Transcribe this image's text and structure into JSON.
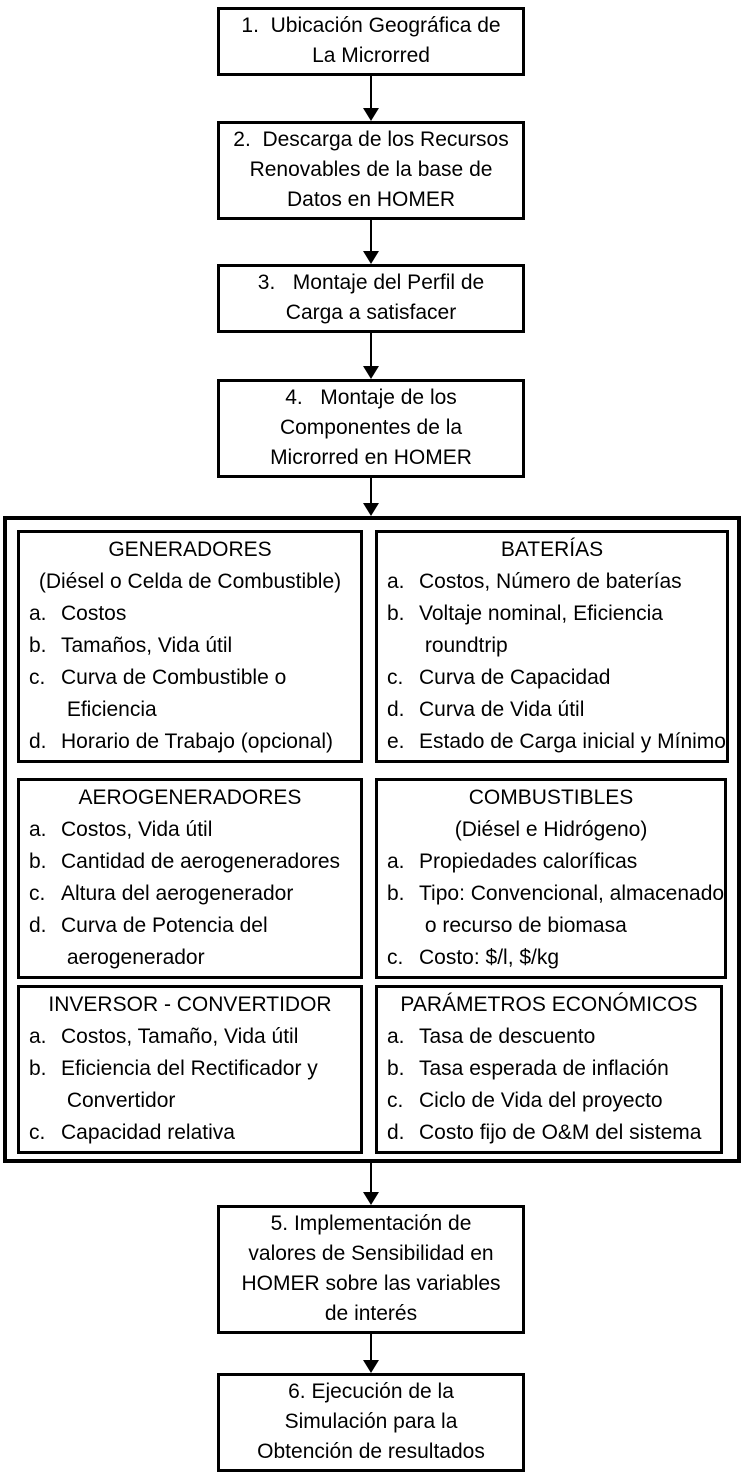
{
  "flow": {
    "step1": "1.  Ubicación Geográfica de\nLa Microrred",
    "step2": "2.  Descarga de los Recursos\nRenovables de la base de\nDatos en HOMER",
    "step3": "3.   Montaje del Perfil de\nCarga a satisfacer",
    "step4": "4.   Montaje de los\nComponentes de la\nMicrorred en HOMER",
    "step5": "5. Implementación de\nvalores de Sensibilidad en\nHOMER sobre las variables\nde interés",
    "step6": "6. Ejecución de la\nSimulación para la\nObtención de resultados"
  },
  "panels": [
    {
      "title": "GENERADORES",
      "subtitle": "(Diésel o Celda de Combustible)",
      "items": [
        {
          "letter": "a.",
          "text": "Costos"
        },
        {
          "letter": "b.",
          "text": "Tamaños, Vida útil"
        },
        {
          "letter": "c.",
          "text": "Curva de Combustible o\n Eficiencia"
        },
        {
          "letter": "d.",
          "text": "Horario de Trabajo (opcional)"
        }
      ]
    },
    {
      "title": "BATERÍAS",
      "items": [
        {
          "letter": "a.",
          "text": "Costos, Número de baterías"
        },
        {
          "letter": "b.",
          "text": "Voltaje nominal, Eficiencia\n roundtrip"
        },
        {
          "letter": "c.",
          "text": "Curva de Capacidad"
        },
        {
          "letter": "d.",
          "text": "Curva de Vida útil"
        },
        {
          "letter": "e.",
          "text": "Estado de Carga inicial y Mínimo"
        }
      ]
    },
    {
      "title": "AEROGENERADORES",
      "items": [
        {
          "letter": "a.",
          "text": "Costos, Vida útil"
        },
        {
          "letter": "b.",
          "text": "Cantidad de aerogeneradores"
        },
        {
          "letter": "c.",
          "text": "Altura del aerogenerador"
        },
        {
          "letter": "d.",
          "text": "Curva de Potencia del\n aerogenerador"
        }
      ]
    },
    {
      "title": "COMBUSTIBLES",
      "subtitle": "(Diésel e Hidrógeno)",
      "items": [
        {
          "letter": "a.",
          "text": "Propiedades caloríficas"
        },
        {
          "letter": "b.",
          "text": "Tipo: Convencional, almacenado\n o recurso de biomasa"
        },
        {
          "letter": "c.",
          "text": "Costo: $/l, $/kg"
        }
      ]
    },
    {
      "title": "INVERSOR - CONVERTIDOR",
      "items": [
        {
          "letter": "a.",
          "text": "Costos, Tamaño, Vida útil"
        },
        {
          "letter": "b.",
          "text": "Eficiencia del Rectificador y\n Convertidor"
        },
        {
          "letter": "c.",
          "text": "Capacidad relativa"
        }
      ]
    },
    {
      "title": "PARÁMETROS ECONÓMICOS",
      "items": [
        {
          "letter": "a.",
          "text": "Tasa de descuento"
        },
        {
          "letter": "b.",
          "text": "Tasa esperada de inflación"
        },
        {
          "letter": "c.",
          "text": "Ciclo de Vida del proyecto"
        },
        {
          "letter": "d.",
          "text": "Costo fijo de O&M del sistema"
        }
      ]
    }
  ],
  "colors": {
    "border": "#000000",
    "background": "#ffffff",
    "text": "#000000"
  }
}
